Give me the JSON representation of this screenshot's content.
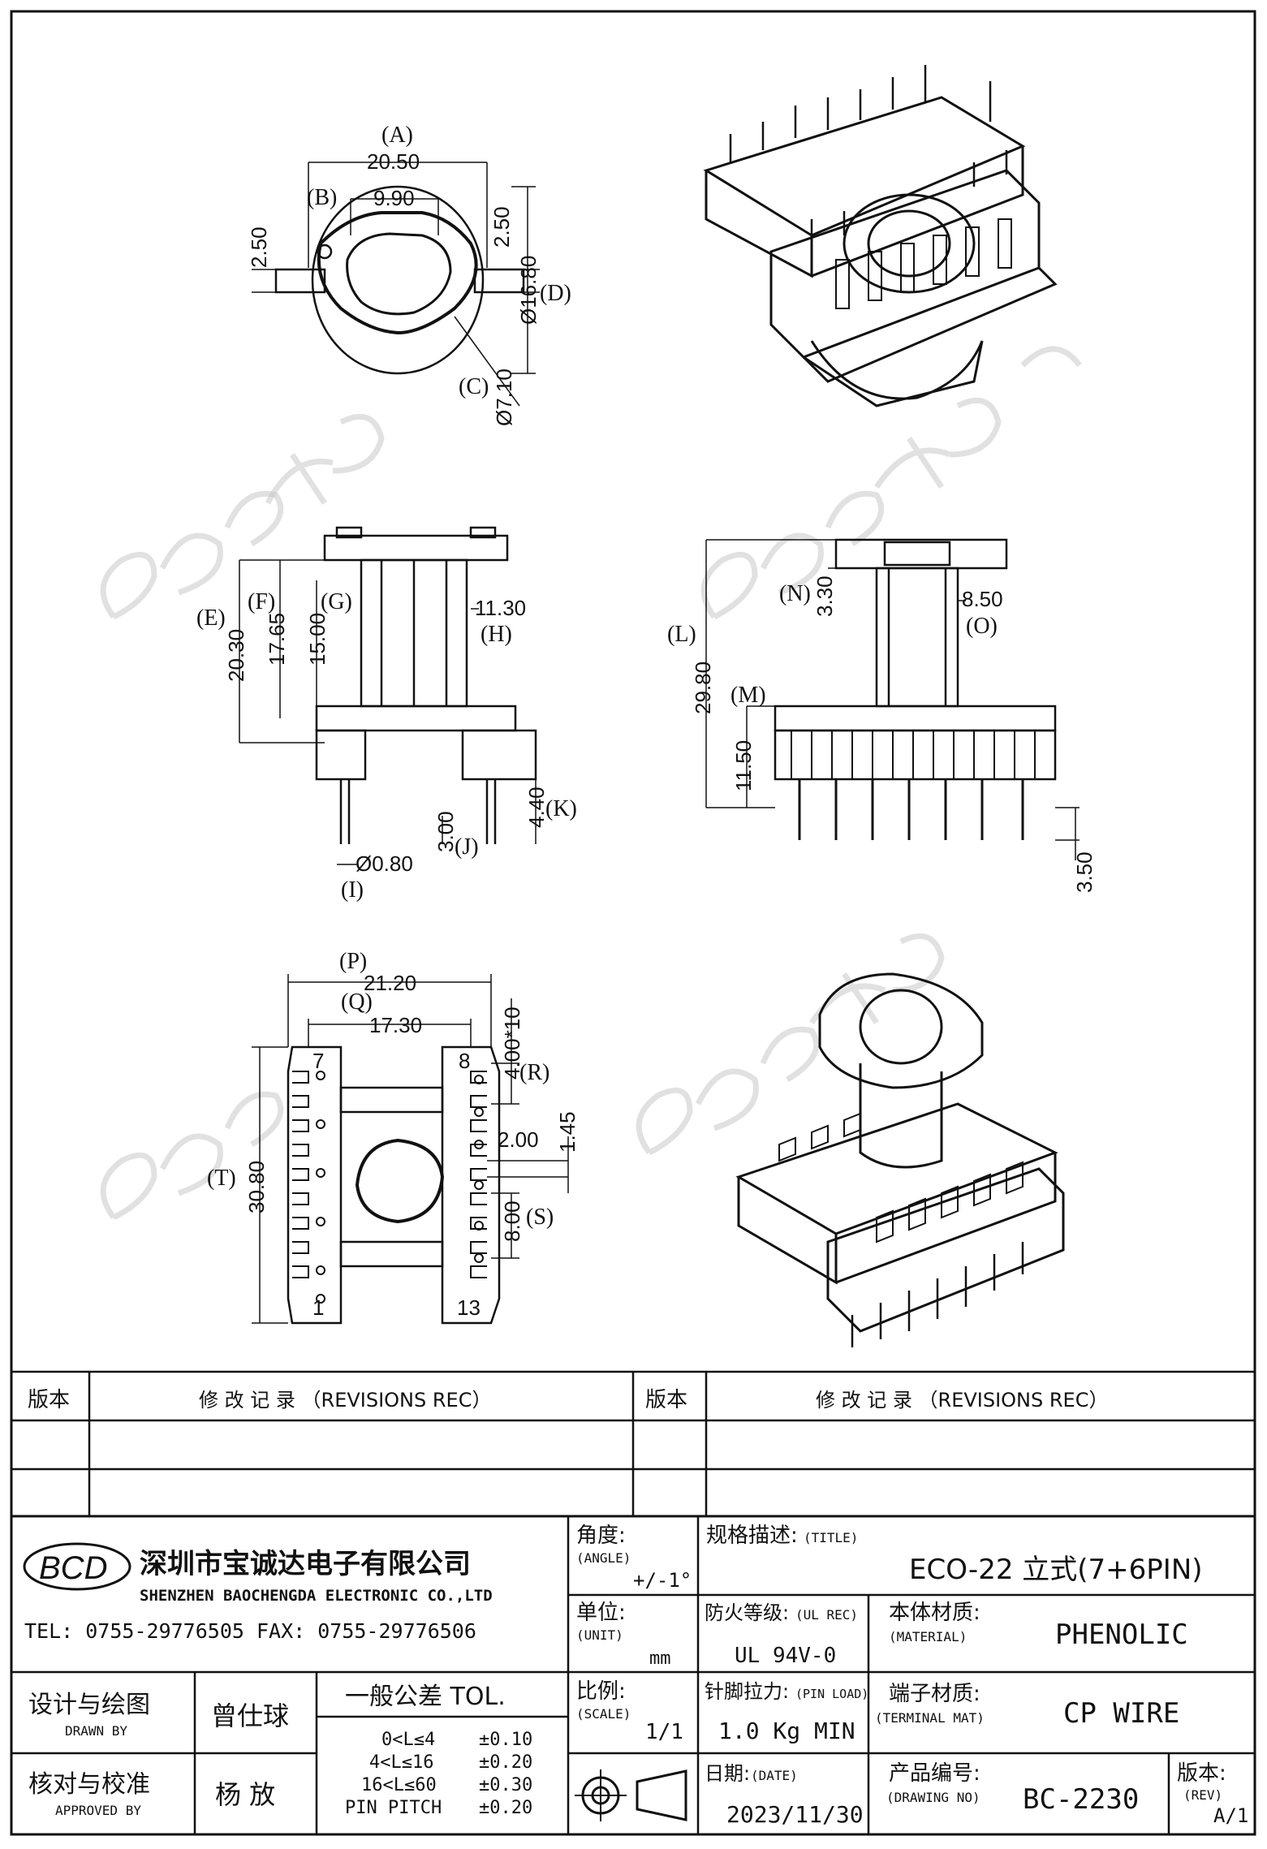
{
  "views": {
    "top": {
      "labels": {
        "a": "(A)",
        "b": "(B)",
        "c": "(C)",
        "d": "(D)"
      },
      "dims": {
        "a": "20.50",
        "b": "9.90",
        "c": "Ø7.10",
        "d": "Ø16.80",
        "slot_left": "2.50",
        "slot_right": "2.50"
      }
    },
    "front": {
      "labels": {
        "e": "(E)",
        "f": "(F)",
        "g": "(G)",
        "h": "(H)",
        "i": "(I)",
        "j": "(J)",
        "k": "(K)"
      },
      "dims": {
        "e": "20.30",
        "f": "17.65",
        "g": "15.00",
        "h": "11.30",
        "i": "Ø0.80",
        "j": "3.00",
        "k": "4.40"
      }
    },
    "side": {
      "labels": {
        "l": "(L)",
        "m": "(M)",
        "n": "(N)",
        "o": "(O)"
      },
      "dims": {
        "l": "29.80",
        "m": "11.50",
        "n": "3.30",
        "o": "8.50",
        "pin": "3.50"
      }
    },
    "bottom": {
      "labels": {
        "p": "(P)",
        "q": "(Q)",
        "r": "(R)",
        "s": "(S)",
        "t": "(T)"
      },
      "dims": {
        "p": "21.20",
        "q": "17.30",
        "r": "4.00*10",
        "s": "8.00",
        "t": "30.80",
        "gap": "2.00",
        "pitch": "1.45"
      },
      "pins": {
        "p1": "1",
        "p7": "7",
        "p8": "8",
        "p13": "13"
      }
    }
  },
  "revisions": {
    "col_version": "版本",
    "col_record": "修 改 记 录 （REVISIONS REC）"
  },
  "company": {
    "logo": "BCD",
    "name_cn": "深圳市宝诚达电子有限公司",
    "name_en": "SHENZHEN BAOCHENGDA ELECTRONIC CO.,LTD",
    "tel_fax": "TEL: 0755-29776505  FAX: 0755-29776506"
  },
  "title_block": {
    "angle_label": "角度:",
    "angle_en": "(ANGLE)",
    "angle_value": "+/-1°",
    "title_label": "规格描述:",
    "title_en": "(TITLE)",
    "title_value": "ECO-22 立式(7+6PIN)",
    "unit_label": "单位:",
    "unit_en": "(UNIT)",
    "unit_value": "mm",
    "ul_label": "防火等级:",
    "ul_en": "(UL REC)",
    "ul_value": "UL 94V-0",
    "material_label": "本体材质:",
    "material_en": "(MATERIAL)",
    "material_value": "PHENOLIC",
    "designer_label": "设计与绘图",
    "designer_en": "DRAWN BY",
    "designer_value": "曾仕球",
    "tol_label": "一般公差 TOL.",
    "tol_rows": [
      {
        "range": "0<L≤4",
        "value": "±0.10"
      },
      {
        "range": "4<L≤16",
        "value": "±0.20"
      },
      {
        "range": "16<L≤60",
        "value": "±0.30"
      },
      {
        "range": "PIN PITCH",
        "value": "±0.20"
      }
    ],
    "scale_label": "比例:",
    "scale_en": "(SCALE)",
    "scale_value": "1/1",
    "pinload_label": "针脚拉力:",
    "pinload_en": "(PIN LOAD)",
    "pinload_value": "1.0 Kg MIN",
    "terminal_label": "端子材质:",
    "terminal_en": "(TERMINAL MAT)",
    "terminal_value": "CP WIRE",
    "approver_label": "核对与校准",
    "approver_en": "APPROVED BY",
    "approver_value": "杨 放",
    "date_label": "日期:",
    "date_en": "(DATE)",
    "date_value": "2023/11/30",
    "drawing_label": "产品编号:",
    "drawing_en": "(DRAWING NO)",
    "drawing_value": "BC-2230",
    "rev_label": "版本:",
    "rev_en": "(REV)",
    "rev_value": "A/1"
  }
}
